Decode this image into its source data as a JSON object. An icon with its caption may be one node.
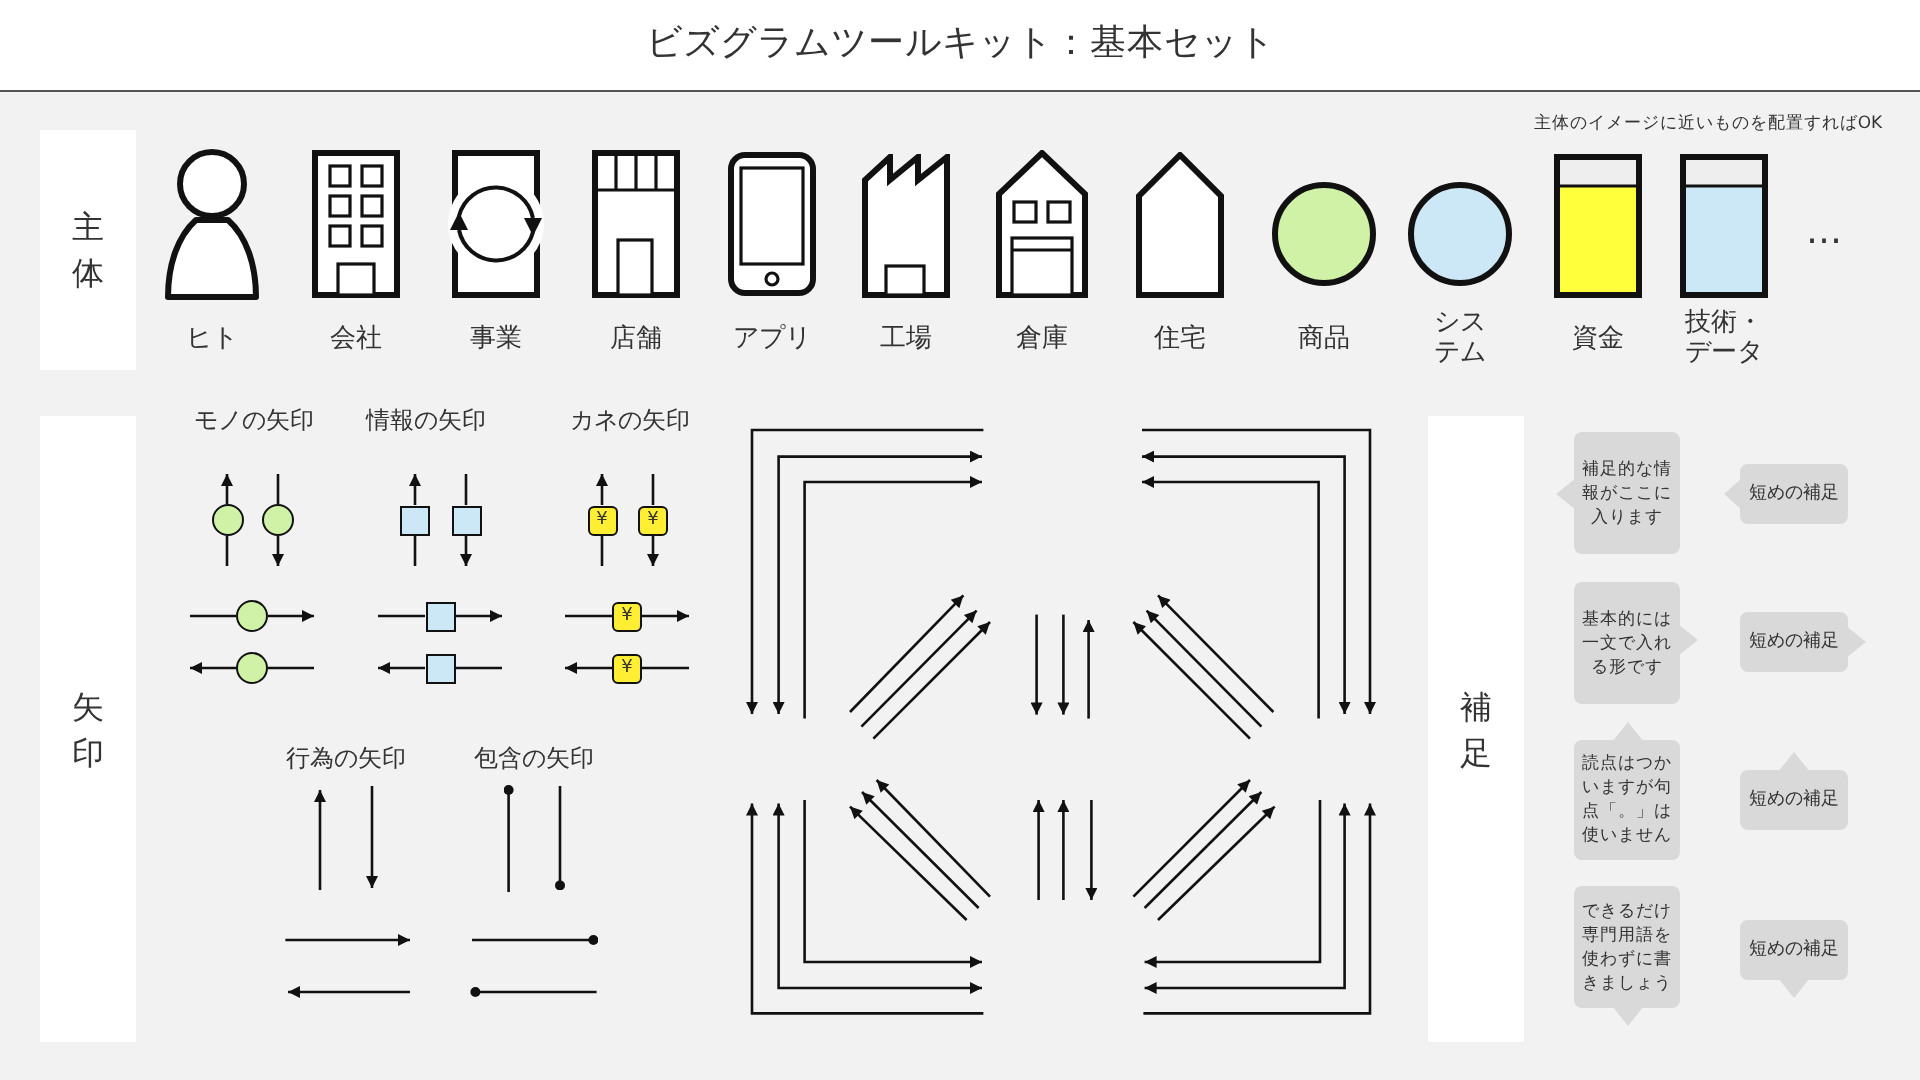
{
  "diagram": {
    "title": "ビズグラムツールキット：基本セット",
    "nodes": [
      {
        "text": [
          "主体"
        ]
      },
      {
        "text": [
          "ヒト"
        ]
      },
      {
        "text": [
          "会社"
        ]
      },
      {
        "text": [
          "事業"
        ]
      },
      {
        "text": [
          "店舗"
        ]
      },
      {
        "text": [
          "アプリ"
        ]
      },
      {
        "text": [
          "工場"
        ]
      },
      {
        "text": [
          "倉庫"
        ]
      },
      {
        "text": [
          "住宅"
        ]
      },
      {
        "text": [
          "商品"
        ]
      },
      {
        "text": [
          "システム"
        ]
      },
      {
        "text": [
          "資金"
        ]
      },
      {
        "text": [
          "技術・データ"
        ]
      },
      {
        "text": [
          "矢印"
        ]
      },
      {
        "text": [],
        "shape": "circle"
      },
      {
        "text": [],
        "shape": "circle"
      },
      {
        "text": [],
        "shape": "box"
      },
      {
        "text": [],
        "shape": "box"
      },
      {
        "text": [
          "¥"
        ]
      },
      {
        "text": [
          "¥"
        ]
      },
      {
        "text": [],
        "shape": "circle"
      },
      {
        "text": [],
        "shape": "box"
      },
      {
        "text": [
          "¥"
        ]
      },
      {
        "text": [],
        "shape": "circle"
      },
      {
        "text": [],
        "shape": "box"
      },
      {
        "text": [
          "¥"
        ]
      },
      {
        "text": [
          "補足"
        ]
      },
      {
        "text": [
          "補足的な情報がここに入ります"
        ]
      },
      {
        "text": [
          "短めの補足"
        ]
      },
      {
        "text": [
          "基本的には一文で入れる形です"
        ]
      },
      {
        "text": [
          "短めの補足"
        ]
      },
      {
        "text": [
          "読点はつかいますが句点「。」は使いません"
        ]
      },
      {
        "text": [
          "短めの補足"
        ]
      },
      {
        "text": [
          "できるだけ専門用語を使わずに書きましょう"
        ]
      },
      {
        "text": [
          "短めの補足"
        ]
      }
    ],
    "edges": [
      {
        "from": null,
        "to": 14,
        "arrow": "none"
      },
      {
        "from": 14,
        "to": null,
        "arrow": "to"
      },
      {
        "from": null,
        "to": 15,
        "arrow": "none"
      },
      {
        "from": 15,
        "to": null,
        "arrow": "to"
      },
      {
        "from": null,
        "to": 16,
        "arrow": "none"
      },
      {
        "from": 16,
        "to": null,
        "arrow": "to"
      },
      {
        "from": null,
        "to": 17,
        "arrow": "none"
      },
      {
        "from": 17,
        "to": null,
        "arrow": "to"
      },
      {
        "from": null,
        "to": 18,
        "arrow": "none"
      },
      {
        "from": 18,
        "to": null,
        "arrow": "to"
      },
      {
        "from": null,
        "to": 19,
        "arrow": "none"
      },
      {
        "from": 19,
        "to": null,
        "arrow": "to"
      },
      {
        "from": null,
        "to": 20,
        "arrow": "none"
      },
      {
        "from": 20,
        "to": null,
        "arrow": "to"
      },
      {
        "from": null,
        "to": 21,
        "arrow": "none"
      },
      {
        "from": 21,
        "to": null,
        "arrow": "to"
      },
      {
        "from": null,
        "to": 22,
        "arrow": "none"
      },
      {
        "from": 22,
        "to": null,
        "arrow": "to"
      },
      {
        "from": null,
        "to": 23,
        "arrow": "none"
      },
      {
        "from": 23,
        "to": null,
        "arrow": "to"
      },
      {
        "from": null,
        "to": 24,
        "arrow": "none"
      },
      {
        "from": 24,
        "to": null,
        "arrow": "to"
      },
      {
        "from": null,
        "to": 25,
        "arrow": "none"
      },
      {
        "from": 25,
        "to": null,
        "arrow": "to"
      }
    ],
    "labels": [
      "主体のイメージに近いものを配置すればOK",
      "…",
      "モノの矢印",
      "情報の矢印",
      "カネの矢印",
      "行為の矢印",
      "包含の矢印"
    ]
  }
}
